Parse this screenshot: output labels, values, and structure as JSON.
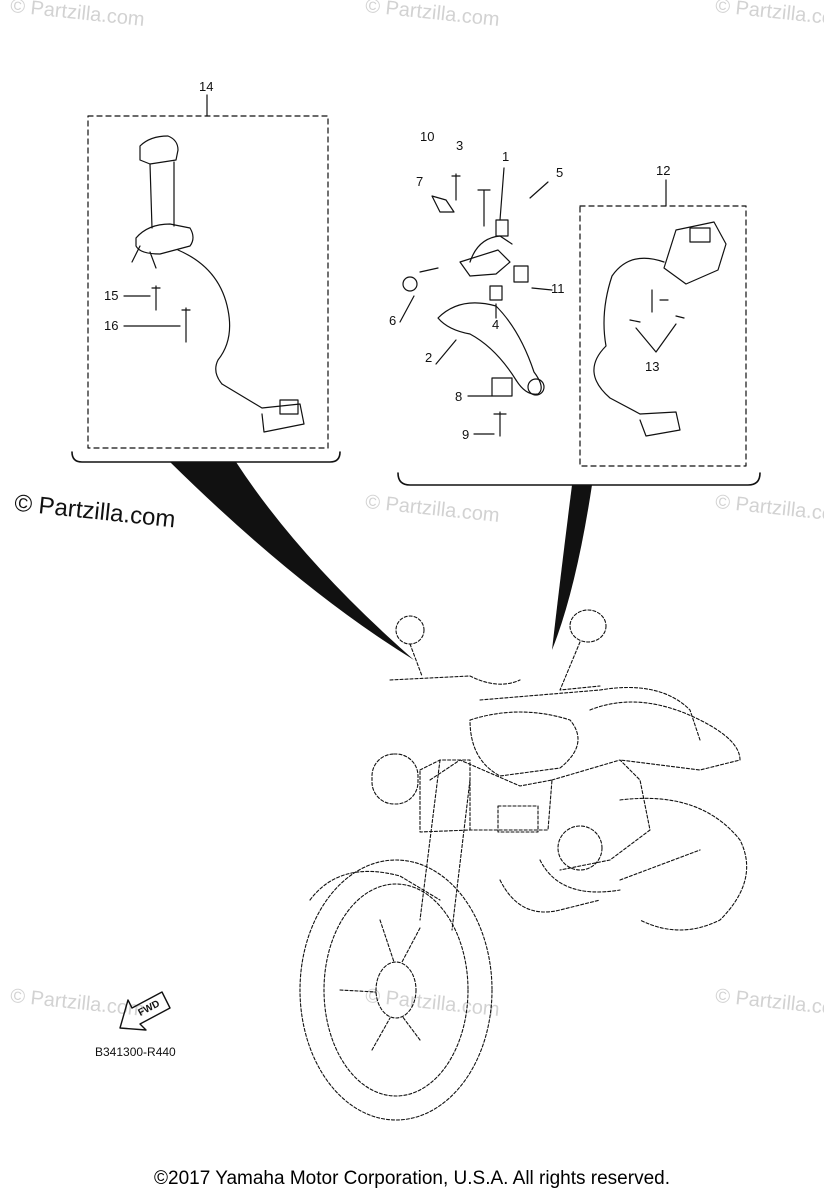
{
  "watermark_text": "© Partzilla.com",
  "watermark_main": "© Partzilla.com",
  "callouts": {
    "c1": "1",
    "c2": "2",
    "c3": "3",
    "c4": "4",
    "c5": "5",
    "c6": "6",
    "c7": "7",
    "c8": "8",
    "c9": "9",
    "c10": "10",
    "c11": "11",
    "c12": "12",
    "c13": "13",
    "c14": "14",
    "c15": "15",
    "c16": "16"
  },
  "fwd_label": "FWD",
  "diagram_code": "B341300-R440",
  "copyright": "©2017 Yamaha Motor Corporation, U.S.A. All rights reserved."
}
